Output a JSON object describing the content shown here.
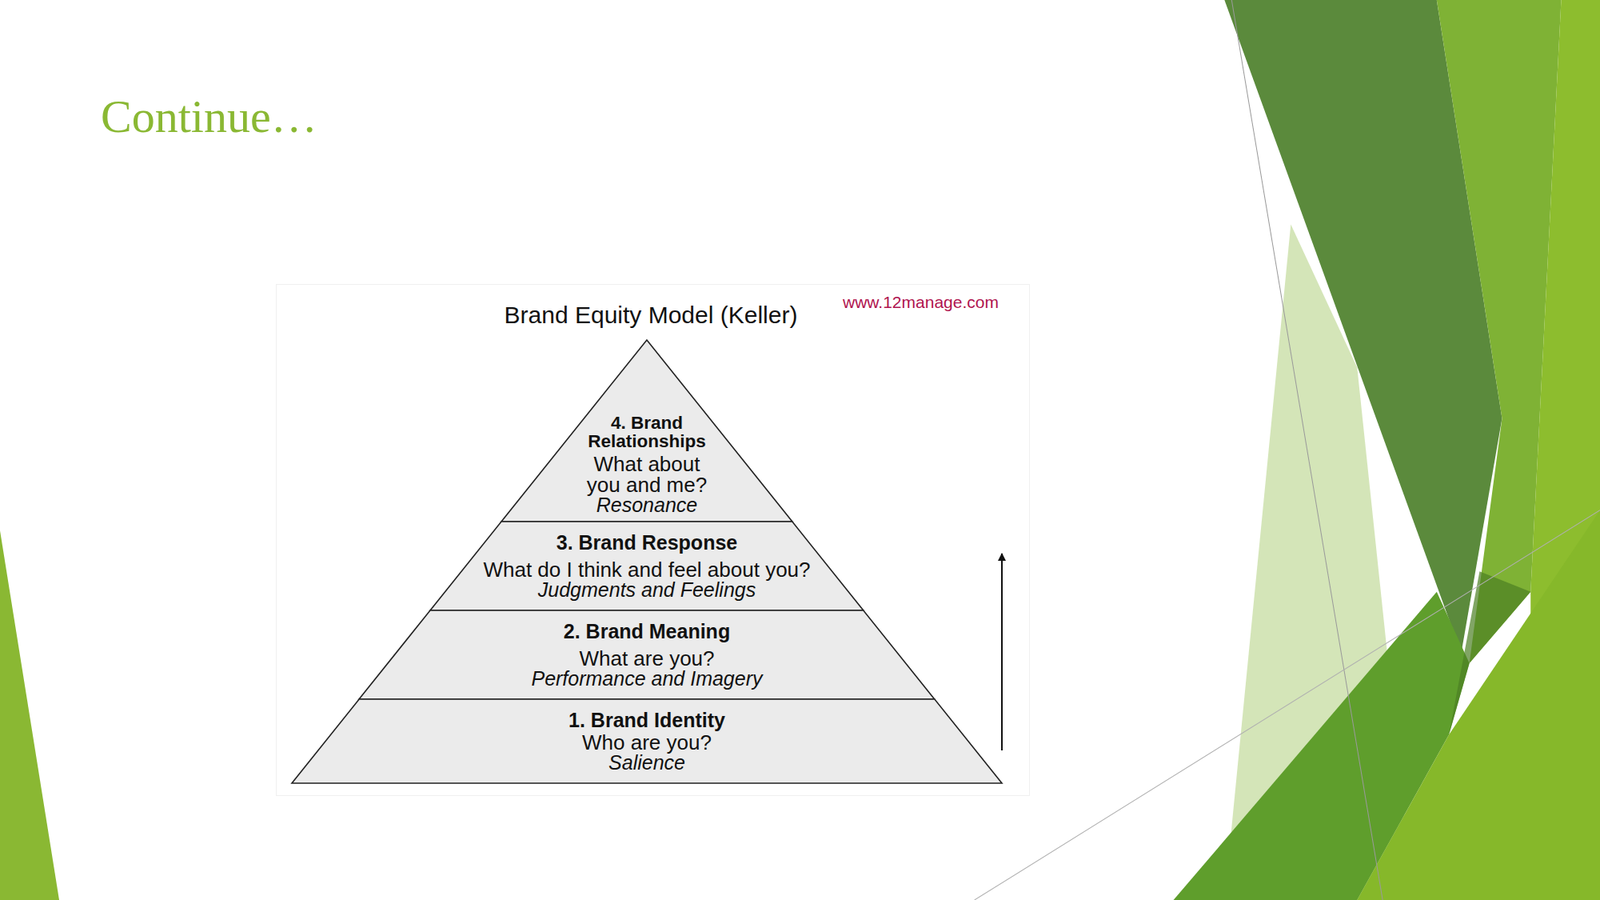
{
  "diagram": {
    "title": "Continue…",
    "nodes": [
      {
        "text": [
          "4. Brand Relationships",
          "What about you and me?",
          "Resonance"
        ]
      },
      {
        "text": [
          "3. Brand Response",
          "What do I think and feel about you?",
          "Judgments and Feelings"
        ]
      },
      {
        "text": [
          "2. Brand Meaning",
          "What are you?",
          "Performance and Imagery"
        ]
      },
      {
        "text": [
          "1. Brand Identity",
          "Who are you?",
          "Salience"
        ]
      }
    ],
    "labels": [
      "Brand Equity Model (Keller)",
      "www.12manage.com"
    ]
  }
}
